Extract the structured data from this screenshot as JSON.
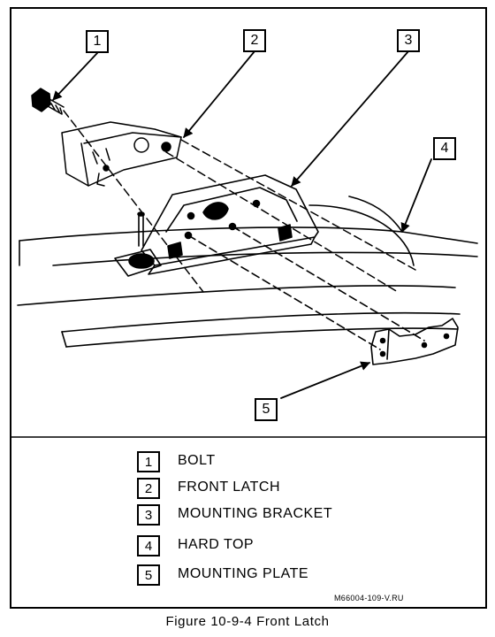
{
  "callouts": [
    {
      "number": "1"
    },
    {
      "number": "2"
    },
    {
      "number": "3"
    },
    {
      "number": "4"
    },
    {
      "number": "5"
    }
  ],
  "legend": [
    {
      "number": "1",
      "label": "BOLT"
    },
    {
      "number": "2",
      "label": "FRONT LATCH"
    },
    {
      "number": "3",
      "label": "MOUNTING BRACKET"
    },
    {
      "number": "4",
      "label": "HARD TOP"
    },
    {
      "number": "5",
      "label": "MOUNTING PLATE"
    }
  ],
  "reference_code": "M66004-109-V.RU",
  "caption": "Figure 10-9-4 Front Latch"
}
